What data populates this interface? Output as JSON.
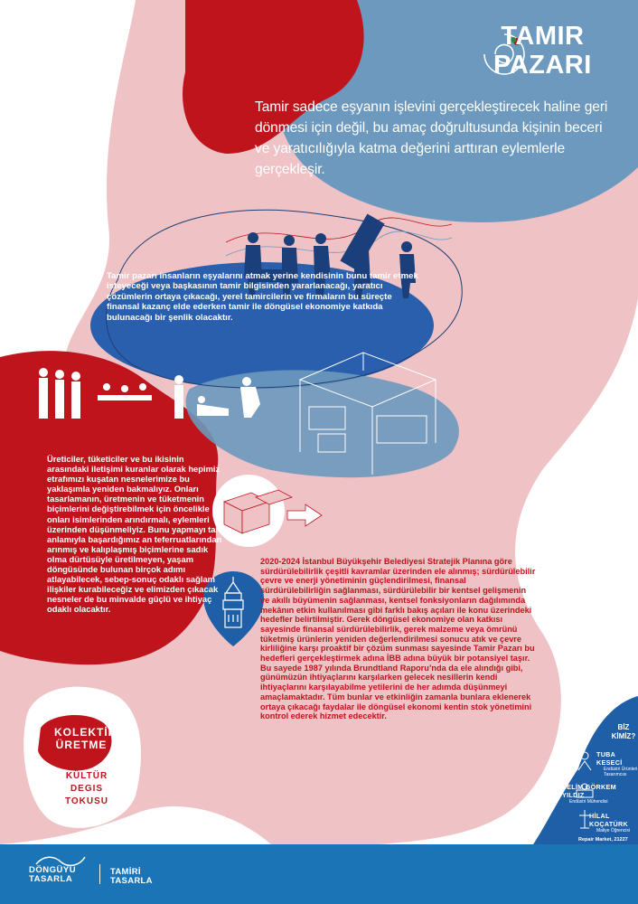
{
  "title": {
    "line1": "TAMIR",
    "line2": "PAZARI"
  },
  "intro": "Tamir sadece eşyanın işlevini gerçekleştirecek haline geri dönmesi için değil, bu amaç doğrultusunda kişinin beceri ve yaratıcılığıyla katma değerini arttıran eylemlerle gerçekleşir.",
  "paragraph1": "Tamir pazarı insanların eşyalarını atmak yerine kendisinin bunu tamir etmek isteyeceği veya başkasının tamir bilgisinden yararlanacağı, yaratıcı çözümlerin ortaya çıkacağı, yerel tamircilerin ve firmaların bu süreçte finansal kazanç elde ederken tamir ile döngüsel ekonomiye katkıda bulunacağı bir şenlik olacaktır.",
  "paragraph2": "Üreticiler, tüketiciler ve bu ikisinin arasındaki iletişimi kuranlar olarak hepimiz etrafımızı kuşatan nesnelerimize bu yaklaşımla yeniden bakmalıyız. Onları tasarlamanın, üretmenin ve tüketmenin biçimlerini değiştirebilmek için öncelikle onları isimlerinden arındırmalı, eylemleri üzerinden düşünmeliyiz. Bunu yapmayı tam anlamıyla başardığımız an teferruatlarından arınmış ve kalıplaşmış biçimlerine sadık olma dürtüsüyle üretilmeyen, yaşam döngüsünde bulunan birçok adımı atlayabilecek, sebep-sonuç odaklı sağlam ilişkiler kurabileceğiz ve elimizden çıkacak nesneler de bu minvalde güçlü ve ihtiyaç odaklı olacaktır.",
  "paragraph3": "2020-2024 İstanbul Büyükşehir Belediyesi Stratejik Planına göre sürdürülebilirlik çeşitli kavramlar üzerinden ele alınmış; sürdürülebilir çevre ve enerji yönetiminin güçlendirilmesi, finansal sürdürülebilirliğin sağlanması, sürdürülebilir bir kentsel gelişmenin ve akıllı büyümenin sağlanması, kentsel fonksiyonların dağılımında mekânın etkin kullanılması gibi farklı bakış açıları ile konu üzerindeki hedefler belirtilmiştir. Gerek döngüsel ekonomiye olan katkısı sayesinde finansal sürdürülebilirlik, gerek malzeme veya ömrünü tüketmiş ürünlerin yeniden değerlendirilmesi sonucu atık ve çevre kirliliğine karşı proaktif bir çözüm sunması sayesinde Tamir Pazarı bu hedefleri gerçekleştirmek adına İBB adına büyük bir potansiyel taşır. Bu sayede 1987 yılında Brundtland Raporu’nda da ele alındığı gibi, günümüzün ihtiyaçlarını karşılarken gelecek nesillerin kendi ihtiyaçlarını karşılayabilme yetilerini de her adımda düşünmeyi amaçlamaktadır. Tüm bunlar ve etkinliğin zamanla bunlara eklenerek ortaya çıkacağı faydalar ile döngüsel ekonomi kentin stok yönetimini kontrol ederek hizmet edecektir.",
  "badges": {
    "kolektif": "KOLEKTİF ÜRETME",
    "kultur": "KÜLTÜR DEGIS TOKUSU"
  },
  "team": {
    "heading": "BİZ KİMİZ?",
    "members": [
      {
        "name": "TUBA KESECİ",
        "role": "Endüstri Ürünleri Tasarımcısı"
      },
      {
        "name": "SELİM GÖRKEM YILDIZ",
        "role": "Endüstri Mühendisi"
      },
      {
        "name": "HİLAL KOÇATÜRK",
        "role": "Maliye Öğrencisi"
      }
    ]
  },
  "credit": "Repair Market, 21227",
  "footer": {
    "logo1_line1": "DÖNGÜYÜ",
    "logo1_line2": "TASARLA",
    "logo2_line1": "TAMİRİ",
    "logo2_line2": "TASARLA"
  },
  "colors": {
    "red": "#c0141c",
    "blue": "#1f5fa8",
    "steel": "#6c99bd",
    "pink": "#efc2c6",
    "footer": "#1a74b6"
  }
}
